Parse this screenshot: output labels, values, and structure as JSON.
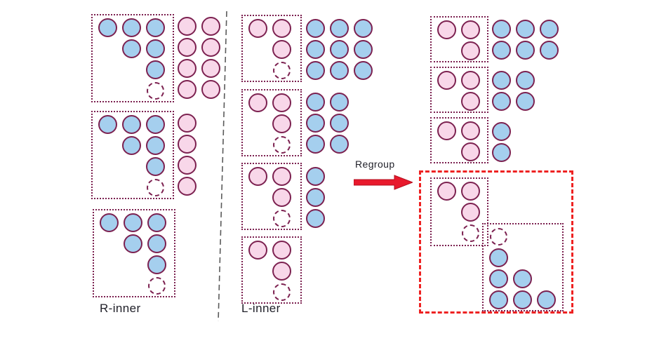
{
  "diagram": {
    "left_label": "R-inner",
    "middle_label": "L-inner",
    "arrow_label": "Regroup"
  },
  "colors": {
    "circle_border": "#7c2150",
    "blue_fill": "#a5cfee",
    "pink_fill": "#f8d7e9",
    "dotted_box_border": "#7c2150",
    "red_dashed_box": "#ee2222",
    "arrow_fill": "#e8192c",
    "divider_line": "#5a5a5a",
    "label_color": "#1f1f28"
  },
  "clusters": {
    "r1_box": [
      [
        "blue",
        "blue",
        "blue"
      ],
      [
        "",
        "blue",
        "blue"
      ],
      [
        "",
        "",
        "blue"
      ],
      [
        "",
        "",
        "dashed"
      ]
    ],
    "r1_outside": [
      [
        "pink",
        "pink"
      ],
      [
        "pink",
        "pink"
      ],
      [
        "pink",
        "pink"
      ],
      [
        "pink",
        "pink"
      ]
    ],
    "r2_box": [
      [
        "blue",
        "blue",
        "blue"
      ],
      [
        "",
        "blue",
        "blue"
      ],
      [
        "",
        "",
        "blue"
      ],
      [
        "",
        "",
        "dashed"
      ]
    ],
    "r2_outside": [
      [
        "pink"
      ],
      [
        "pink"
      ],
      [
        "pink"
      ],
      [
        "pink"
      ]
    ],
    "r3_box": [
      [
        "blue",
        "blue",
        "blue"
      ],
      [
        "",
        "blue",
        "blue"
      ],
      [
        "",
        "",
        "blue"
      ],
      [
        "",
        "",
        "dashed"
      ]
    ],
    "l1_box": [
      [
        "pink",
        "pink"
      ],
      [
        "",
        "pink"
      ],
      [
        "",
        "dashed"
      ]
    ],
    "l1_outside": [
      [
        "blue",
        "blue",
        "blue"
      ],
      [
        "blue",
        "blue",
        "blue"
      ],
      [
        "blue",
        "blue",
        "blue"
      ]
    ],
    "l2_box": [
      [
        "pink",
        "pink"
      ],
      [
        "",
        "pink"
      ],
      [
        "",
        "dashed"
      ]
    ],
    "l2_outside": [
      [
        "blue",
        "blue"
      ],
      [
        "blue",
        "blue"
      ],
      [
        "blue",
        "blue"
      ]
    ],
    "l3_box": [
      [
        "pink",
        "pink"
      ],
      [
        "",
        "pink"
      ],
      [
        "",
        "dashed"
      ]
    ],
    "l3_outside": [
      [
        "blue"
      ],
      [
        "blue"
      ],
      [
        "blue"
      ]
    ],
    "l4_box": [
      [
        "pink",
        "pink"
      ],
      [
        "",
        "pink"
      ],
      [
        "",
        "dashed"
      ]
    ],
    "a_box": [
      [
        "pink",
        "pink"
      ],
      [
        "",
        "pink"
      ]
    ],
    "a_outside": [
      [
        "blue",
        "blue",
        "blue"
      ],
      [
        "blue",
        "blue",
        "blue"
      ]
    ],
    "b_box": [
      [
        "pink",
        "pink"
      ],
      [
        "",
        "pink"
      ]
    ],
    "b_outside": [
      [
        "blue",
        "blue"
      ],
      [
        "blue",
        "blue"
      ]
    ],
    "c_box": [
      [
        "pink",
        "pink"
      ],
      [
        "",
        "pink"
      ]
    ],
    "c_outside": [
      [
        "blue"
      ],
      [
        "blue"
      ]
    ],
    "d_box": [
      [
        "pink",
        "pink"
      ],
      [
        "",
        "pink"
      ],
      [
        "",
        "dashed"
      ]
    ],
    "e_box": [
      [
        "dashed"
      ],
      [
        "blue"
      ],
      [
        "blue",
        "blue"
      ],
      [
        "blue",
        "blue",
        "blue"
      ]
    ]
  }
}
